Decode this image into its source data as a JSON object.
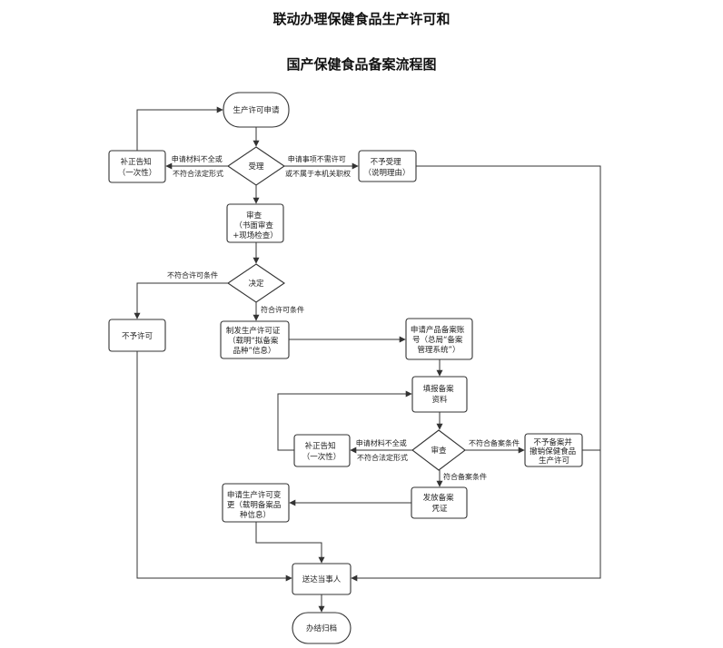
{
  "title_line1": "联动办理保健食品生产许可和",
  "title_line2": "国产保健食品备案流程图",
  "nodes": {
    "apply": [
      "生产许可申请"
    ],
    "accept": [
      "受理"
    ],
    "correct1": [
      "补正告知",
      "（一次性）"
    ],
    "reject": [
      "不予受理",
      "（说明理由）"
    ],
    "review": [
      "审查",
      "（书面审查",
      "+现场检查）"
    ],
    "decide": [
      "决定"
    ],
    "deny": [
      "不予许可"
    ],
    "issue": [
      "制发生产许可证",
      "（载明“拟备案",
      "品种”信息）"
    ],
    "account": [
      "申请产品备案账",
      "号（总局“备案",
      "管理系统”）"
    ],
    "fill": [
      "填报备案",
      "资料"
    ],
    "correct2": [
      "补正告知",
      "（一次性）"
    ],
    "audit": [
      "审查"
    ],
    "revoke": [
      "不予备案并",
      "撤销保健食品",
      "生产许可"
    ],
    "voucher": [
      "发放备案",
      "凭证"
    ],
    "change": [
      "申请生产许可变",
      "更（载明备案品",
      "种信息）"
    ],
    "deliver": [
      "送达当事人"
    ],
    "archive": [
      "办结归档"
    ]
  },
  "edges": {
    "e_incomplete1": [
      "申请材料不全或",
      "不符合法定形式"
    ],
    "e_notneed": [
      "申请事项不需许可",
      "或不属于本机关职权"
    ],
    "e_nocond": [
      "不符合许可条件"
    ],
    "e_cond": [
      "符合许可条件"
    ],
    "e_incomplete2": [
      "申请材料不全或",
      "不符合法定形式"
    ],
    "e_nofiling": [
      "不符合备案条件"
    ],
    "e_filing": [
      "符合备案条件"
    ]
  }
}
